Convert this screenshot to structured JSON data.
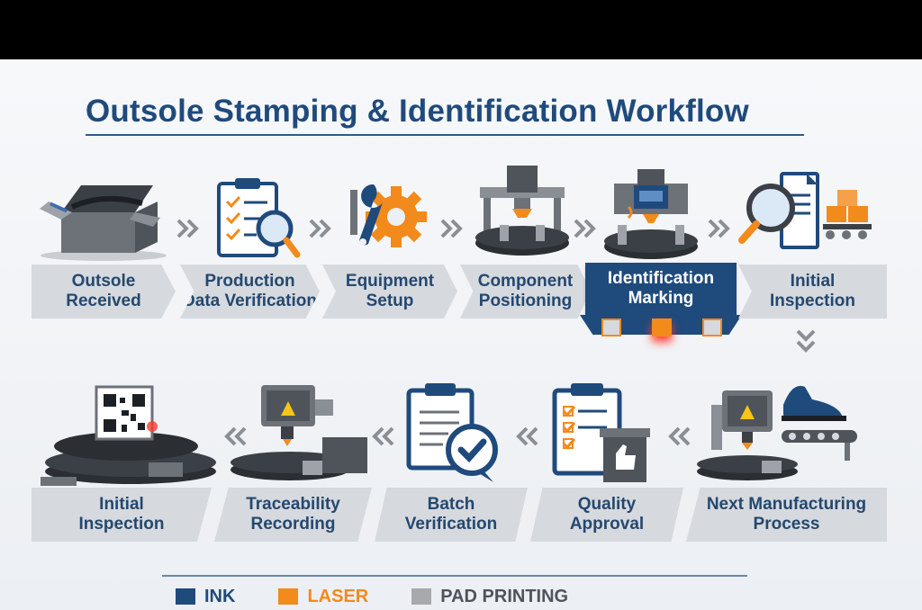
{
  "title": "Outsole Stamping & Identification Workflow",
  "row1": [
    {
      "label": "Outsole\nReceived"
    },
    {
      "label": "Production\nData Verification"
    },
    {
      "label": "Equipment\nSetup"
    },
    {
      "label": "Component\nPositioning"
    },
    {
      "label": "Identification\nMarking"
    },
    {
      "label": "Initial\nInspection"
    }
  ],
  "row2": [
    {
      "label": "Initial\nInspection"
    },
    {
      "label": "Traceability\nRecording"
    },
    {
      "label": "Batch\nVerification"
    },
    {
      "label": "Quality\nApproval"
    },
    {
      "label": "Next Manufacturing\nProcess"
    }
  ],
  "legend": [
    {
      "label": "INK",
      "color": "#1f4a7c"
    },
    {
      "label": "LASER",
      "color": "#f28a1c"
    },
    {
      "label": "PAD PRINTING",
      "color": "#a7a9ac"
    }
  ],
  "colors": {
    "navy": "#1f4a7c",
    "orange": "#f28a1c",
    "grey": "#d6d9de"
  }
}
